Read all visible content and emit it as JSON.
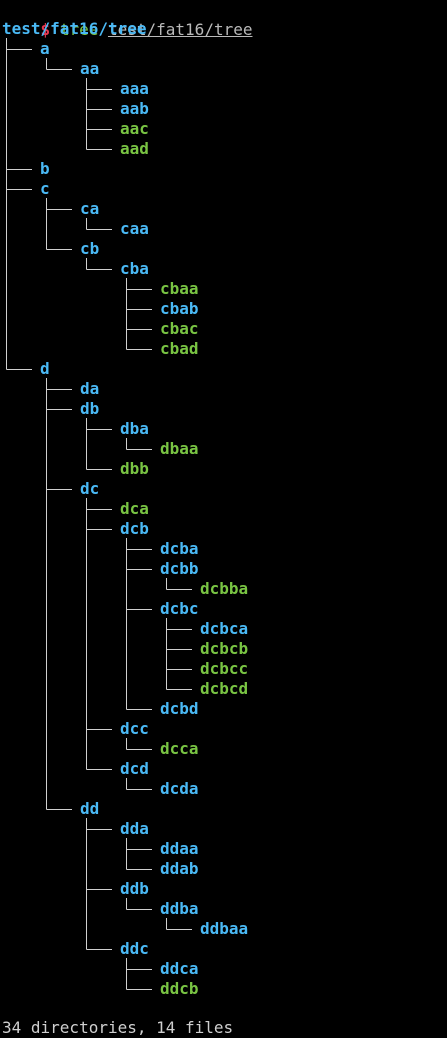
{
  "prompt": {
    "sign": "$",
    "command": "tree",
    "argument": "test/fat16/tree"
  },
  "root": "test/fat16/tree",
  "entries": [
    {
      "name": "a",
      "depth": 1,
      "type": "dir",
      "last": false
    },
    {
      "name": "aa",
      "depth": 2,
      "type": "dir",
      "last": true
    },
    {
      "name": "aaa",
      "depth": 3,
      "type": "dir",
      "last": false
    },
    {
      "name": "aab",
      "depth": 3,
      "type": "dir",
      "last": false
    },
    {
      "name": "aac",
      "depth": 3,
      "type": "file",
      "last": false
    },
    {
      "name": "aad",
      "depth": 3,
      "type": "file",
      "last": true
    },
    {
      "name": "b",
      "depth": 1,
      "type": "dir",
      "last": false
    },
    {
      "name": "c",
      "depth": 1,
      "type": "dir",
      "last": false
    },
    {
      "name": "ca",
      "depth": 2,
      "type": "dir",
      "last": false
    },
    {
      "name": "caa",
      "depth": 3,
      "type": "dir",
      "last": true
    },
    {
      "name": "cb",
      "depth": 2,
      "type": "dir",
      "last": true
    },
    {
      "name": "cba",
      "depth": 3,
      "type": "dir",
      "last": true
    },
    {
      "name": "cbaa",
      "depth": 4,
      "type": "file",
      "last": false
    },
    {
      "name": "cbab",
      "depth": 4,
      "type": "dir",
      "last": false
    },
    {
      "name": "cbac",
      "depth": 4,
      "type": "file",
      "last": false
    },
    {
      "name": "cbad",
      "depth": 4,
      "type": "file",
      "last": true
    },
    {
      "name": "d",
      "depth": 1,
      "type": "dir",
      "last": true
    },
    {
      "name": "da",
      "depth": 2,
      "type": "dir",
      "last": false
    },
    {
      "name": "db",
      "depth": 2,
      "type": "dir",
      "last": false
    },
    {
      "name": "dba",
      "depth": 3,
      "type": "dir",
      "last": false
    },
    {
      "name": "dbaa",
      "depth": 4,
      "type": "file",
      "last": true
    },
    {
      "name": "dbb",
      "depth": 3,
      "type": "file",
      "last": true
    },
    {
      "name": "dc",
      "depth": 2,
      "type": "dir",
      "last": false
    },
    {
      "name": "dca",
      "depth": 3,
      "type": "file",
      "last": false
    },
    {
      "name": "dcb",
      "depth": 3,
      "type": "dir",
      "last": false
    },
    {
      "name": "dcba",
      "depth": 4,
      "type": "dir",
      "last": false
    },
    {
      "name": "dcbb",
      "depth": 4,
      "type": "dir",
      "last": false
    },
    {
      "name": "dcbba",
      "depth": 5,
      "type": "file",
      "last": true
    },
    {
      "name": "dcbc",
      "depth": 4,
      "type": "dir",
      "last": false
    },
    {
      "name": "dcbca",
      "depth": 5,
      "type": "dir",
      "last": false
    },
    {
      "name": "dcbcb",
      "depth": 5,
      "type": "file",
      "last": false
    },
    {
      "name": "dcbcc",
      "depth": 5,
      "type": "file",
      "last": false
    },
    {
      "name": "dcbcd",
      "depth": 5,
      "type": "file",
      "last": true
    },
    {
      "name": "dcbd",
      "depth": 4,
      "type": "dir",
      "last": true
    },
    {
      "name": "dcc",
      "depth": 3,
      "type": "dir",
      "last": false
    },
    {
      "name": "dcca",
      "depth": 4,
      "type": "file",
      "last": true
    },
    {
      "name": "dcd",
      "depth": 3,
      "type": "dir",
      "last": true
    },
    {
      "name": "dcda",
      "depth": 4,
      "type": "dir",
      "last": true
    },
    {
      "name": "dd",
      "depth": 2,
      "type": "dir",
      "last": true
    },
    {
      "name": "dda",
      "depth": 3,
      "type": "dir",
      "last": false
    },
    {
      "name": "ddaa",
      "depth": 4,
      "type": "dir",
      "last": false
    },
    {
      "name": "ddab",
      "depth": 4,
      "type": "dir",
      "last": true
    },
    {
      "name": "ddb",
      "depth": 3,
      "type": "dir",
      "last": false
    },
    {
      "name": "ddba",
      "depth": 4,
      "type": "dir",
      "last": true
    },
    {
      "name": "ddbaa",
      "depth": 5,
      "type": "dir",
      "last": true
    },
    {
      "name": "ddc",
      "depth": 3,
      "type": "dir",
      "last": true
    },
    {
      "name": "ddca",
      "depth": 4,
      "type": "dir",
      "last": false
    },
    {
      "name": "ddcb",
      "depth": 4,
      "type": "file",
      "last": true
    }
  ],
  "summary": "34 directories, 14 files",
  "colors": {
    "background": "#000000",
    "prompt_sign": "#e8364f",
    "directory": "#4ab9f5",
    "file": "#79c443",
    "text": "#cfcfcf"
  }
}
